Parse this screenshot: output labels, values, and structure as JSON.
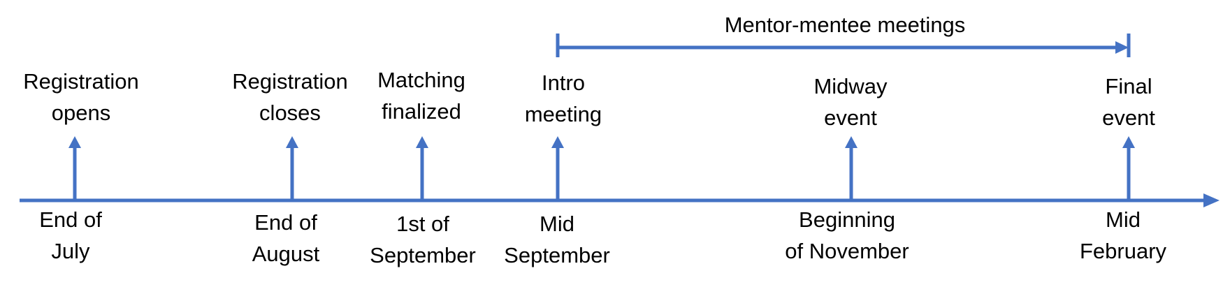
{
  "colors": {
    "line": "#4472C4",
    "text": "#000000"
  },
  "span": {
    "label": "Mentor-mentee meetings"
  },
  "events": [
    {
      "event": [
        "Registration",
        "opens"
      ],
      "date": [
        "End of",
        "July"
      ]
    },
    {
      "event": [
        "Registration",
        "closes"
      ],
      "date": [
        "End of",
        "August"
      ]
    },
    {
      "event": [
        "Matching",
        "finalized"
      ],
      "date": [
        "1st of",
        "September"
      ]
    },
    {
      "event": [
        "Intro",
        "meeting"
      ],
      "date": [
        "Mid",
        "September"
      ]
    },
    {
      "event": [
        "Midway",
        "event"
      ],
      "date": [
        "Beginning",
        "of November"
      ]
    },
    {
      "event": [
        "Final",
        "event"
      ],
      "date": [
        "Mid",
        "February"
      ]
    }
  ]
}
